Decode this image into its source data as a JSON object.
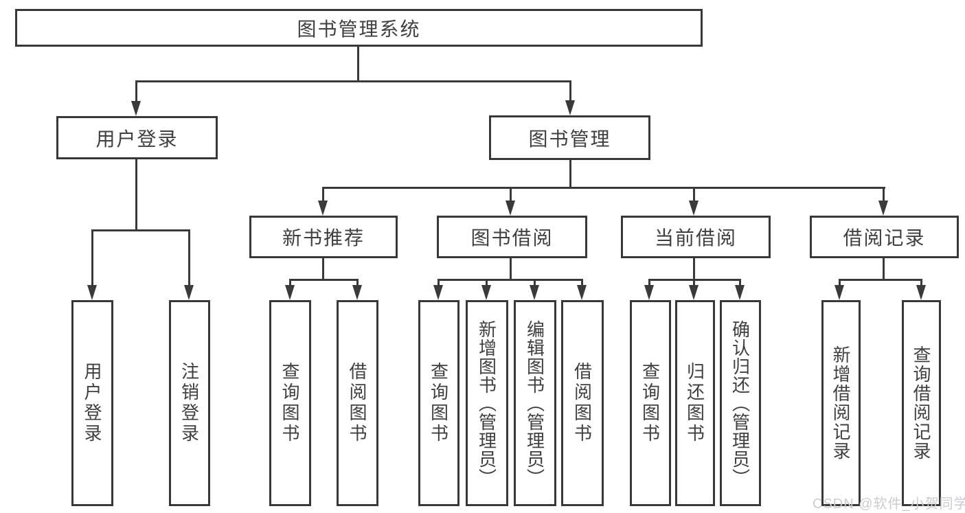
{
  "diagram_title": "图书管理系统",
  "tree": {
    "root": "图书管理系统",
    "level2": [
      {
        "label": "用户登录",
        "children": [
          "用户登录",
          "注销登录"
        ]
      },
      {
        "label": "图书管理"
      }
    ],
    "level3": [
      {
        "label": "新书推荐",
        "children": [
          "查询图书",
          "借阅图书"
        ]
      },
      {
        "label": "图书借阅",
        "children": [
          "查询图书",
          "新增图书（管理员）",
          "编辑图书（管理员）",
          "借阅图书"
        ]
      },
      {
        "label": "当前借阅",
        "children": [
          "查询图书",
          "归还图书",
          "确认归还（管理员）"
        ]
      },
      {
        "label": "借阅记录",
        "children": [
          "新增借阅记录",
          "查询借阅记录"
        ]
      }
    ]
  },
  "watermark": {
    "text": "CSDN @软件_小贺同学"
  },
  "colors": {
    "line": "#3a3a3a",
    "box_border": "#383838",
    "box_fill": "#ffffff",
    "text": "#3f3f3f",
    "watermark": "#caccd2",
    "background": "#ffffff"
  }
}
